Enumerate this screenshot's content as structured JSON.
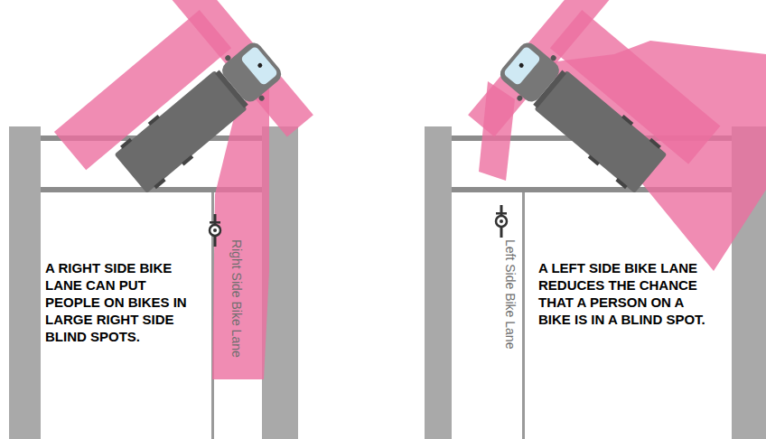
{
  "diagram": {
    "labels": [
      "A RIGHT SIDE BIKE LANE CAN PUT PEOPLE ON BIKES IN LARGE RIGHT SIDE BLIND SPOTS.",
      "Right Side Bike Lane",
      "Left Side Bike Lane",
      "A LEFT SIDE BIKE LANE REDUCES THE CHANCE THAT A PERSON ON A BIKE IS IN A BLIND SPOT."
    ]
  }
}
